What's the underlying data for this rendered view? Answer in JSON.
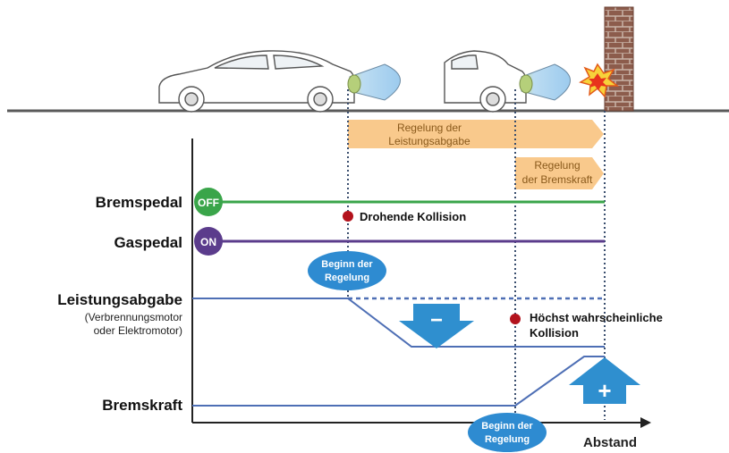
{
  "rows": {
    "brake_pedal": "Bremspedal",
    "gas_pedal": "Gaspedal",
    "power_output": "Leistungsabgabe",
    "power_output_sub_1": "(Verbrennungsmotor",
    "power_output_sub_2": "oder Elektromotor)",
    "brake_force": "Bremskraft"
  },
  "badges": {
    "off": "OFF",
    "on": "ON"
  },
  "phases": {
    "power_control_line1": "Regelung der",
    "power_control_line2": "Leistungsabgabe",
    "brake_control_line1": "Regelung",
    "brake_control_line2": "der Bremskraft"
  },
  "events": {
    "impending_collision": "Drohende Kollision",
    "likely_collision_line1": "Höchst wahrscheinliche",
    "likely_collision_line2": "Kollision"
  },
  "control_start_bubbles": {
    "line1": "Beginn der",
    "line2": "Regelung"
  },
  "arrows": {
    "minus": "−",
    "plus": "+"
  },
  "axis": {
    "x_label": "Abstand"
  },
  "colors": {
    "green": "#3aa54a",
    "purple": "#5b3c8c",
    "blue_line": "#4e6fb5",
    "arrow_blue": "#2f8fcf",
    "bubble_blue": "#2e8bd1",
    "phase_orange": "#f9c98c",
    "collision_red": "#b3121c",
    "ground": "#5a5a5a",
    "wall": "#8a5a4a"
  }
}
